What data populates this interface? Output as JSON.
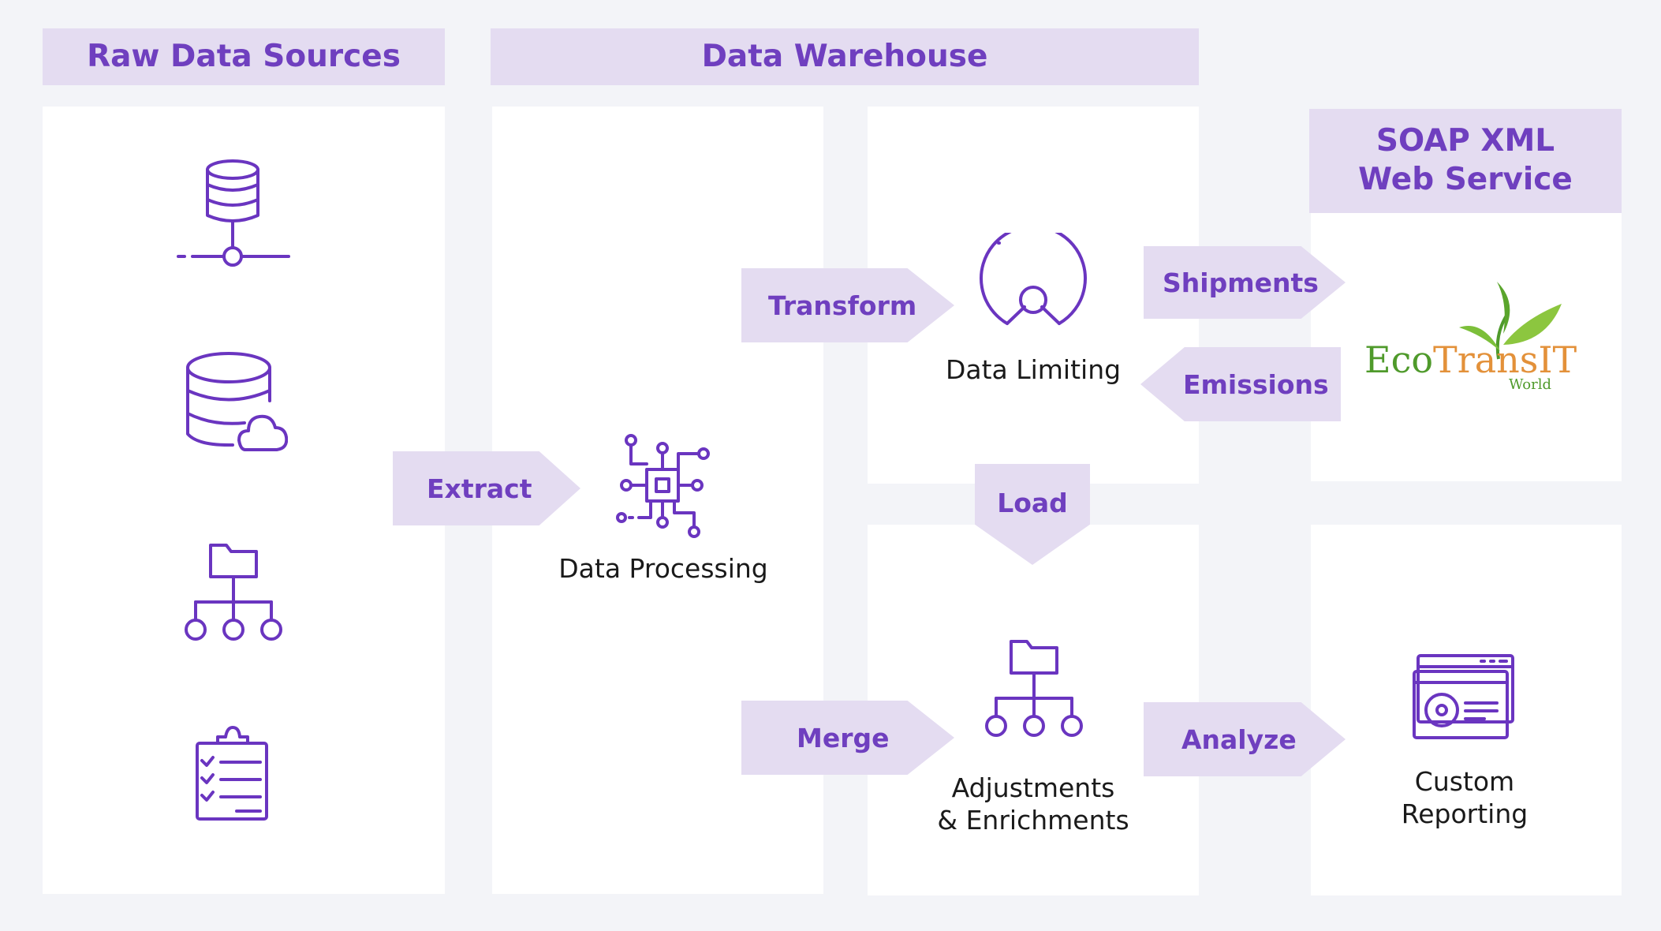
{
  "colors": {
    "accent": "#6f3fbf",
    "tint": "#e4dcf1",
    "panel": "#ffffff",
    "background": "#f3f4f8"
  },
  "headers": {
    "raw_sources": "Raw Data Sources",
    "warehouse": "Data Warehouse",
    "soap_line1": "SOAP XML",
    "soap_line2": "Web Service"
  },
  "arrows": {
    "extract": "Extract",
    "transform": "Transform",
    "shipments": "Shipments",
    "emissions": "Emissions",
    "load": "Load",
    "merge": "Merge",
    "analyze": "Analyze"
  },
  "nodes": {
    "data_processing": "Data Processing",
    "data_limiting": "Data Limiting",
    "adjustments_line1": "Adjustments",
    "adjustments_line2": "& Enrichments",
    "custom_line1": "Custom",
    "custom_line2": "Reporting"
  },
  "logo": {
    "eco": "Eco",
    "transit": "TransIT",
    "world": "World"
  },
  "icons": {
    "sources": [
      "network-database-icon",
      "cloud-database-icon",
      "folder-hierarchy-icon",
      "clipboard-checklist-icon"
    ],
    "processing": "cpu-circuit-icon",
    "limiting": "limit-gauge-icon",
    "adjustments": "folder-hierarchy-icon",
    "reporting": "dashboard-browser-icon"
  }
}
